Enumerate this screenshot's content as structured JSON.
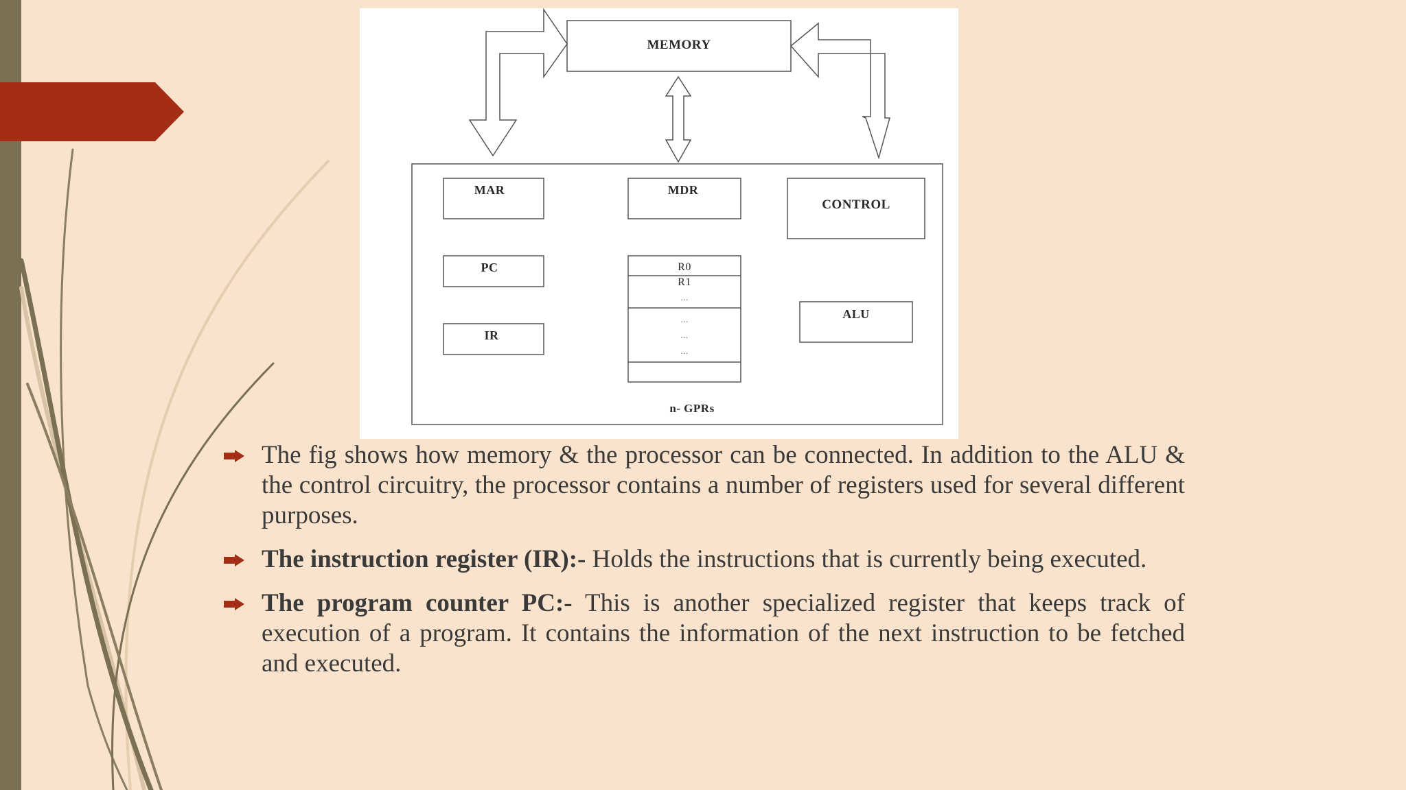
{
  "figure": {
    "memory_label": "MEMORY",
    "mar_label": "MAR",
    "mdr_label": "MDR",
    "control_label": "CONTROL",
    "pc_label": "PC",
    "ir_label": "IR",
    "alu_label": "ALU",
    "r0_label": "R0",
    "r1_label": "R1",
    "dots_label": "...",
    "gprs_label": "n- GPRs"
  },
  "bullets": [
    {
      "strong": "",
      "text": "The fig shows how memory & the processor can be connected. In addition to the ALU & the control circuitry, the processor contains a number of registers used for several different purposes."
    },
    {
      "strong": "The instruction register (IR):-",
      "text": " Holds the instructions that is currently being executed."
    },
    {
      "strong": "The program counter PC:-",
      "text": " This is another specialized register that keeps track of execution of a program. It contains the information of the next instruction to be fetched and executed."
    }
  ],
  "colors": {
    "background": "#f9e3cc",
    "left_bar": "#7a7053",
    "ribbon": "#a32e15",
    "bullet_marker": "#a32e15",
    "text": "#3a3a3a"
  },
  "icons": {
    "bullet_marker": "arrow-bullet-icon"
  }
}
